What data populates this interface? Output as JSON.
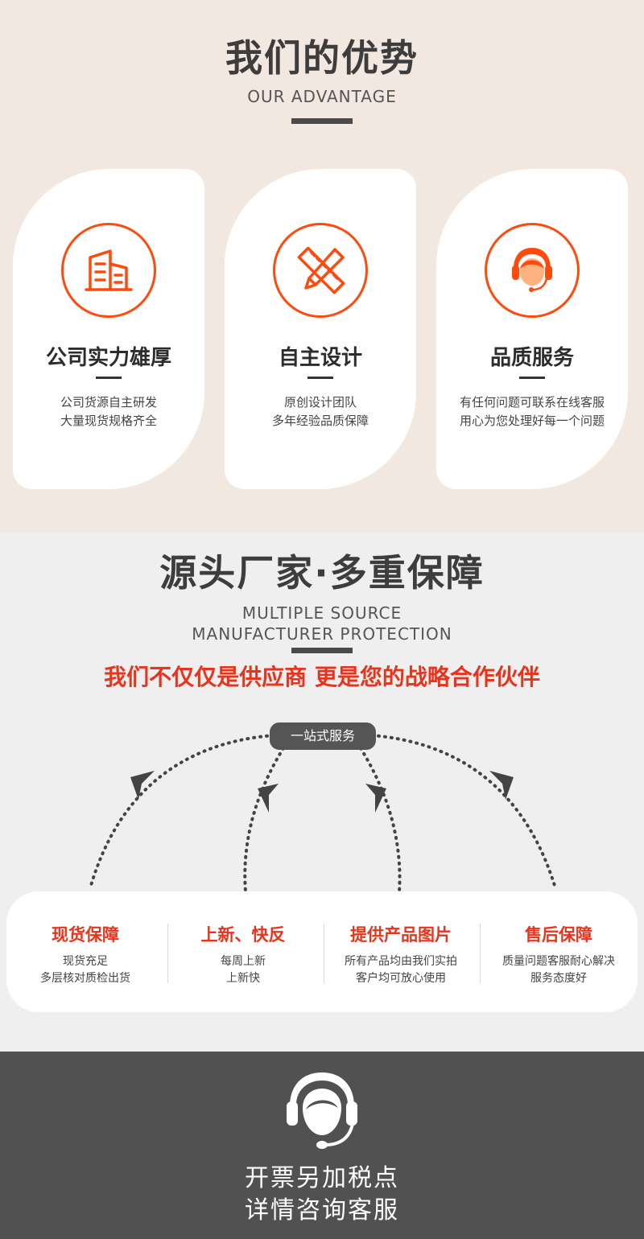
{
  "advantage": {
    "title": "我们的优势",
    "subtitle": "OUR ADVANTAGE",
    "accent_color": "#ff4a0d",
    "cards": [
      {
        "icon": "building-icon",
        "title": "公司实力雄厚",
        "lines": [
          "公司货源自主研发",
          "大量现货规格齐全"
        ]
      },
      {
        "icon": "ruler-pencil-icon",
        "title": "自主设计",
        "lines": [
          "原创设计团队",
          "多年经验品质保障"
        ]
      },
      {
        "icon": "customer-service-icon",
        "title": "品质服务",
        "lines": [
          "有任何问题可联系在线客服",
          "用心为您处理好每一个问题"
        ]
      }
    ]
  },
  "protection": {
    "title": "源头厂家·多重保障",
    "subtitle_line1": "MULTIPLE SOURCE",
    "subtitle_line2": "MANUFACTURER PROTECTION",
    "slogan": "我们不仅仅是供应商 更是您的战略合作伙伴",
    "slogan_color": "#e8341c",
    "hub_label": "一站式服务",
    "items": [
      {
        "title": "现货保障",
        "lines": [
          "现货充足",
          "多层核对质检出货"
        ]
      },
      {
        "title": "上新、快反",
        "lines": [
          "每周上新",
          "上新快"
        ]
      },
      {
        "title": "提供产品图片",
        "lines": [
          "所有产品均由我们实拍",
          "客户均可放心使用"
        ]
      },
      {
        "title": "售后保障",
        "lines": [
          "质量问题客服耐心解决",
          "服务态度好"
        ]
      }
    ]
  },
  "footer": {
    "icon": "headset-icon",
    "line1": "开票另加税点",
    "line2": "详情咨询客服"
  }
}
